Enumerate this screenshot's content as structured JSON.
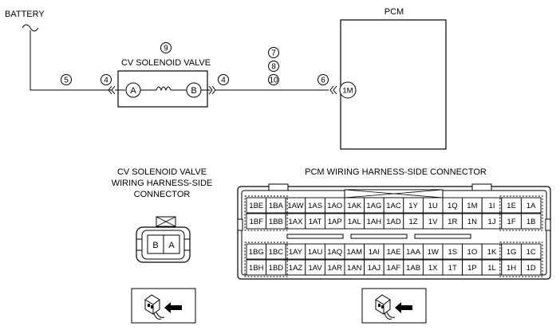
{
  "schematic": {
    "battery_label": "BATTERY",
    "pcm_label": "PCM",
    "cv_solenoid_label": "CV SOLENOID VALVE",
    "terminal_a": "A",
    "terminal_b": "B",
    "pcm_terminal": "1M",
    "markers": [
      "5",
      "4",
      "9",
      "4",
      "7",
      "8",
      "10",
      "6"
    ]
  },
  "cv_connector": {
    "title_lines": [
      "CV SOLENOID VALVE",
      "WIRING HARNESS-SIDE",
      "CONNECTOR"
    ],
    "pins": [
      "B",
      "A"
    ]
  },
  "pcm_connector": {
    "title": "PCM WIRING HARNESS-SIDE CONNECTOR",
    "rows": [
      [
        "1BE",
        "1BA",
        "1AW",
        "1AS",
        "1AO",
        "1AK",
        "1AG",
        "1AC",
        "1Y",
        "1U",
        "1Q",
        "1M",
        "1I",
        "1E",
        "1A"
      ],
      [
        "1BF",
        "1BB",
        "1AX",
        "1AT",
        "1AP",
        "1AL",
        "1AH",
        "1AD",
        "1Z",
        "1V",
        "1R",
        "1N",
        "1J",
        "1F",
        "1B"
      ],
      [
        "1BG",
        "1BC",
        "1AY",
        "1AU",
        "1AQ",
        "1AM",
        "1AI",
        "1AE",
        "1AA",
        "1W",
        "1S",
        "1O",
        "1K",
        "1G",
        "1C"
      ],
      [
        "1BH",
        "1BD",
        "1AZ",
        "1AV",
        "1AR",
        "1AN",
        "1AJ",
        "1AF",
        "1AB",
        "1X",
        "1T",
        "1P",
        "1L",
        "1H",
        "1D"
      ]
    ]
  },
  "icons": [
    "harness-connector-plug-icon",
    "harness-connector-plug-icon"
  ]
}
